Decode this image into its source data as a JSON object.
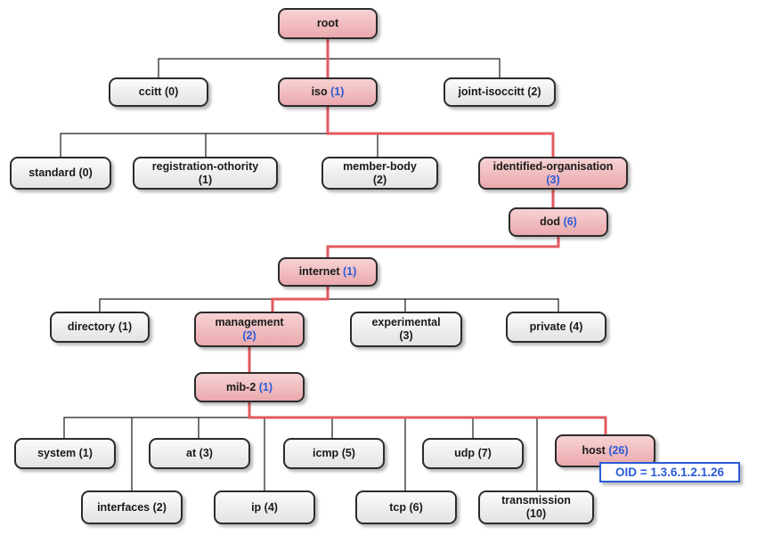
{
  "nodes": {
    "root": {
      "label": "root",
      "num": ""
    },
    "ccitt": {
      "label": "ccitt",
      "num": "(0)"
    },
    "iso": {
      "label": "iso",
      "num": "(1)"
    },
    "joint_isoccitt": {
      "label": "joint-isoccitt",
      "num": "(2)"
    },
    "standard": {
      "label": "standard",
      "num": "(0)"
    },
    "registration_authority": {
      "label": "registration-othority",
      "num": "(1)"
    },
    "member_body": {
      "label": "member-body",
      "num": "(2)"
    },
    "identified_organisation": {
      "label": "identified-organisation",
      "num": "(3)"
    },
    "dod": {
      "label": "dod",
      "num": "(6)"
    },
    "internet": {
      "label": "internet",
      "num": "(1)"
    },
    "directory": {
      "label": "directory",
      "num": "(1)"
    },
    "management": {
      "label": "management",
      "num": "(2)"
    },
    "experimental": {
      "label": "experimental",
      "num": "(3)"
    },
    "private": {
      "label": "private",
      "num": "(4)"
    },
    "mib2": {
      "label": "mib-2",
      "num": "(1)"
    },
    "system": {
      "label": "system",
      "num": "(1)"
    },
    "interfaces": {
      "label": "interfaces",
      "num": "(2)"
    },
    "at": {
      "label": "at",
      "num": "(3)"
    },
    "ip": {
      "label": "ip",
      "num": "(4)"
    },
    "icmp": {
      "label": "icmp",
      "num": "(5)"
    },
    "tcp": {
      "label": "tcp",
      "num": "(6)"
    },
    "udp": {
      "label": "udp",
      "num": "(7)"
    },
    "transmission": {
      "label": "transmission",
      "num": "(10)"
    },
    "host": {
      "label": "host",
      "num": "(26)"
    }
  },
  "oid_label": "OID = 1.3.6.1.2.1.26",
  "colors": {
    "highlight_fill": "#eaa9ad",
    "path_line": "#e05a5f",
    "oid_blue": "#2a5bd7",
    "node_fill": "#e3e3e3"
  }
}
